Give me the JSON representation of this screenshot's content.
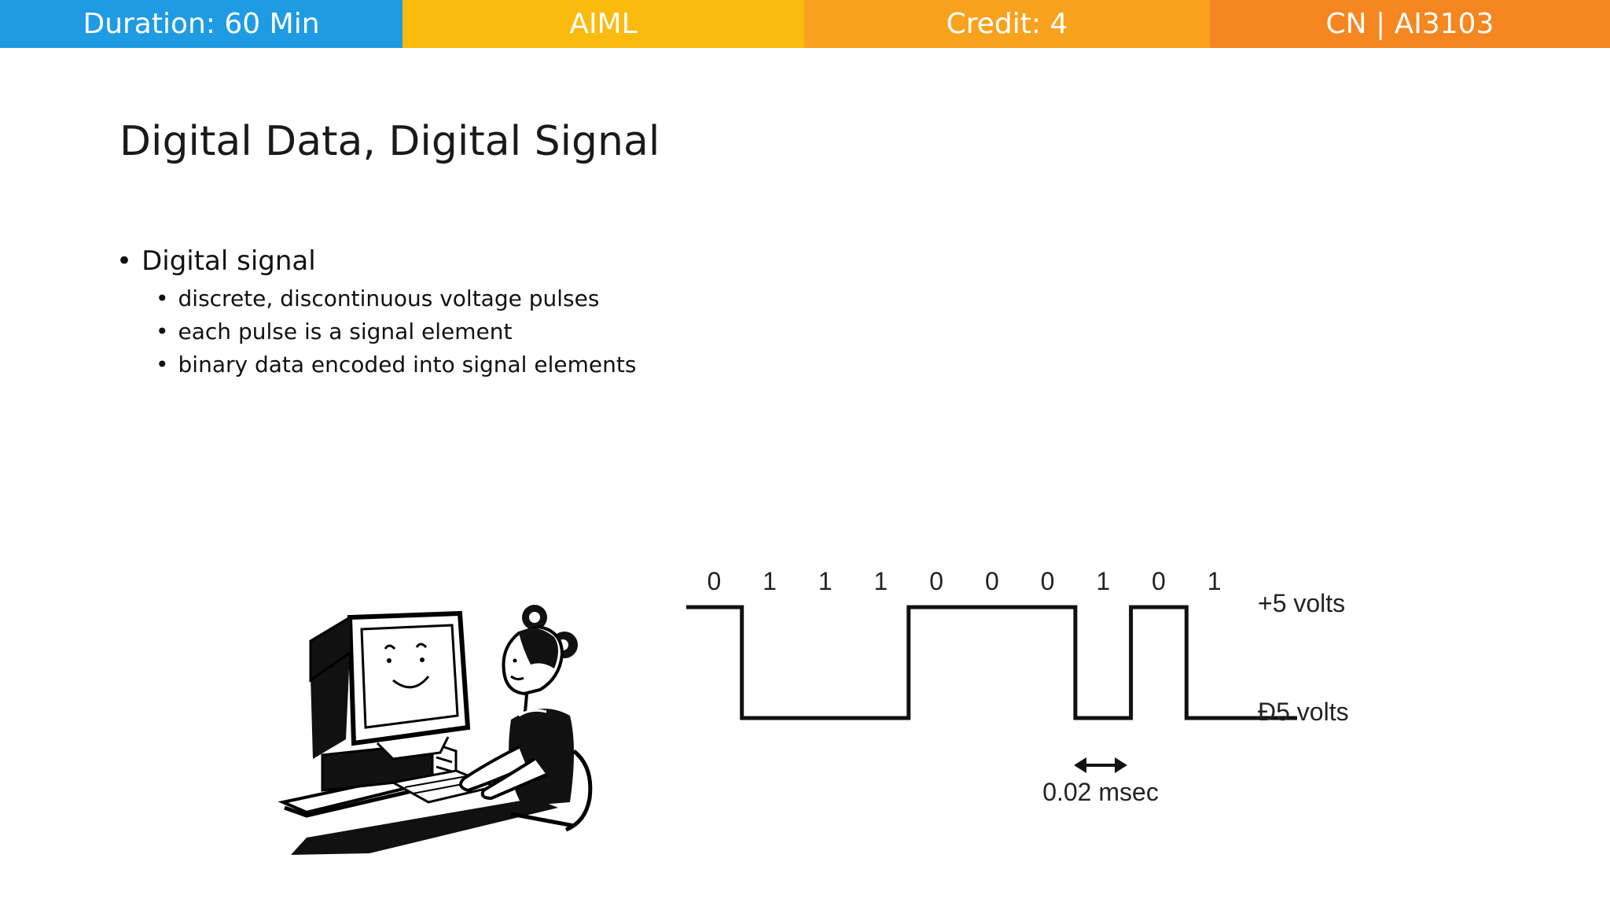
{
  "header": {
    "duration": "Duration: 60 Min",
    "program": "AIML",
    "credit": "Credit: 4",
    "course": "CN | AI3103",
    "colors": [
      "#1f9be4",
      "#fbbb0e",
      "#f9a21d",
      "#f6861f"
    ]
  },
  "slide": {
    "title": "Digital Data, Digital Signal",
    "bullet_main": "Digital signal",
    "sub_bullets": [
      "discrete, discontinuous voltage pulses",
      "each pulse is a signal element",
      "binary data encoded into signal elements"
    ]
  },
  "diagram": {
    "bits": [
      "0",
      "1",
      "1",
      "1",
      "0",
      "0",
      "0",
      "1",
      "0",
      "1"
    ],
    "high_label": "+5 volts",
    "low_label": "Ð5 volts",
    "period_label": "0.02 msec"
  }
}
